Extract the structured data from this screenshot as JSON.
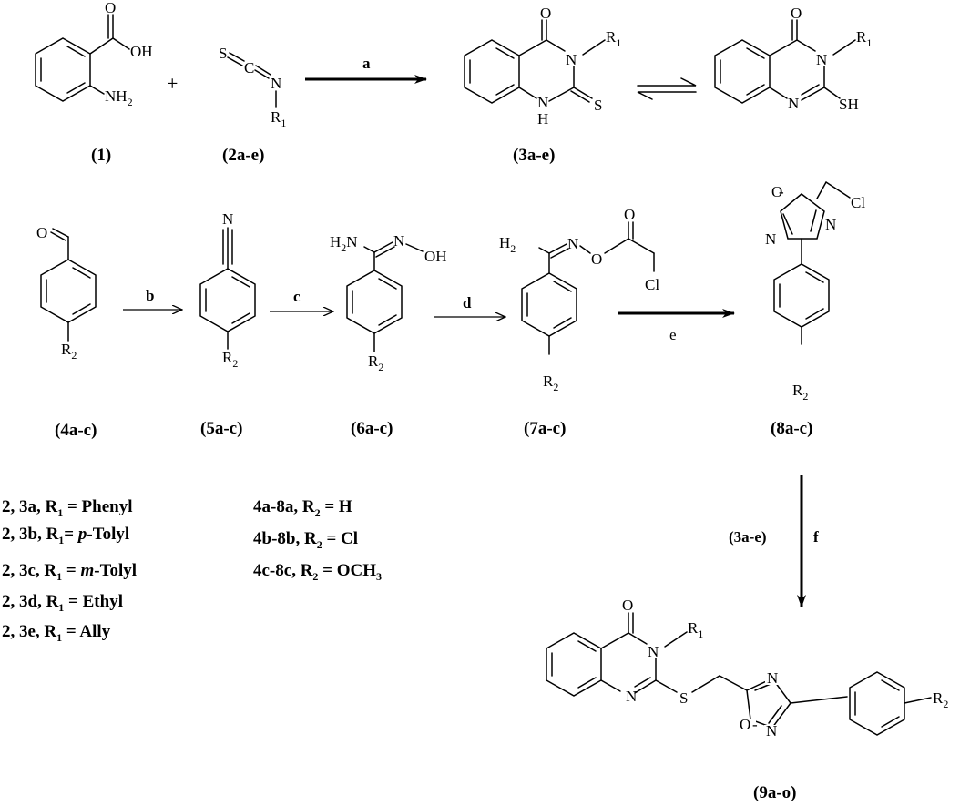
{
  "atoms": {
    "O": "O",
    "OH": "OH",
    "NH": "NH",
    "H": "H",
    "N": "N",
    "S": "S",
    "C": "C",
    "R": "R",
    "SH": "SH",
    "H2N": "H",
    "OHg": "OH",
    "Cl": "Cl",
    "two": "2",
    "one": "1"
  },
  "plus": "+",
  "compounds": {
    "c1": "(1)",
    "c2": "(2a-e)",
    "c3": "(3a-e)",
    "c4": "(4a-c)",
    "c5": "(5a-c)",
    "c6": "(6a-c)",
    "c7": "(7a-c)",
    "c8": "(8a-c)",
    "c9": "(9a-o)"
  },
  "reagents": {
    "a": "a",
    "b": "b",
    "c": "c",
    "d": "d",
    "e": "e",
    "f": "f",
    "f_ref": "(3a-e)"
  },
  "legend_left": [
    {
      "pre": "2, 3a, R",
      "sub": "1",
      "post": " = Phenyl",
      "italic": "",
      "tail": ""
    },
    {
      "pre": "2, 3b, R",
      "sub": "1",
      "post": "= ",
      "italic": "p",
      "tail": "-Tolyl"
    },
    {
      "pre": "2, 3c,  R",
      "sub": "1",
      "post": " = ",
      "italic": "m",
      "tail": "-Tolyl"
    },
    {
      "pre": "2, 3d,  R",
      "sub": "1",
      "post": " = Ethyl",
      "italic": "",
      "tail": ""
    },
    {
      "pre": "2, 3e,  R",
      "sub": "1",
      "post": " = Ally",
      "italic": "",
      "tail": ""
    }
  ],
  "legend_right": [
    {
      "pre": "4a-8a, R",
      "sub": "2",
      "post": " = H",
      "sub2": ""
    },
    {
      "pre": "4b-8b, R",
      "sub": "2",
      "post": " = Cl",
      "sub2": ""
    },
    {
      "pre": "4c-8c,  R",
      "sub": "2",
      "post": " = OCH",
      "sub2": "3"
    }
  ]
}
